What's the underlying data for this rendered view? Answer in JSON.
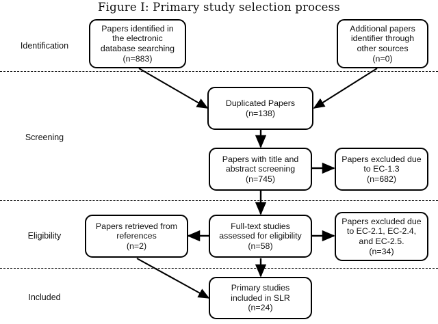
{
  "figure": {
    "title": "Figure I: Primary study selection process"
  },
  "stages": [
    {
      "id": "identification",
      "label": "Identification"
    },
    {
      "id": "screening",
      "label": "Screening"
    },
    {
      "id": "eligibility",
      "label": "Eligibility"
    },
    {
      "id": "included",
      "label": "Included"
    }
  ],
  "boxes": {
    "database_search": {
      "text": "Papers identified in\nthe electronic\ndatabase searching\n(n=883)",
      "count": 883
    },
    "other_sources": {
      "text": "Additional papers\nidentifier through\nother sources\n(n=0)",
      "count": 0
    },
    "duplicated": {
      "text": "Duplicated Papers\n(n=138)",
      "count": 138
    },
    "title_abstract": {
      "text": "Papers with title and\nabstract screening\n(n=745)",
      "count": 745
    },
    "excluded_ec13": {
      "text": "Papers excluded due\nto EC-1.3\n(n=682)",
      "count": 682
    },
    "retrieved_refs": {
      "text": "Papers retrieved from\nreferences\n(n=2)",
      "count": 2
    },
    "full_text": {
      "text": "Full-text studies\nassessed for eligibility\n(n=58)",
      "count": 58
    },
    "excluded_ec2": {
      "text": "Papers excluded due\nto EC-2.1, EC-2.4,\nand EC-2.5.\n(n=34)",
      "count": 34
    },
    "included_slr": {
      "text": "Primary studies\nincluded in SLR\n(n=24)",
      "count": 24
    }
  },
  "colors": {
    "line": "#000000",
    "text": "#111111",
    "background": "#ffffff"
  }
}
